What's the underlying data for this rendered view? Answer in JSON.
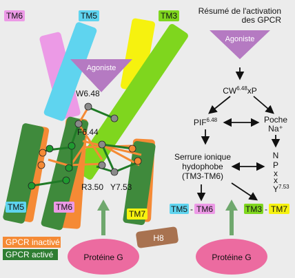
{
  "summary_title": {
    "line1": "Résumé de l'activation",
    "line2": "des GPCR"
  },
  "helix_labels": {
    "tm6_top": "TM6",
    "tm5_top": "TM5",
    "tm3_top": "TM3",
    "tm5_bottom": "TM5",
    "tm6_bottom": "TM6",
    "tm7_bottom": "TM7",
    "h8": "H8"
  },
  "agonist": "Agoniste",
  "residues": {
    "w648": "W6.48",
    "f644": "F6.44",
    "r350": "R3.50",
    "y753": "Y7.53"
  },
  "legend": {
    "inactive": "GPCR inactivé",
    "active": "GPCR activé"
  },
  "gprotein": "Protéine G",
  "flow": {
    "agonist": "Agoniste",
    "cwxp": {
      "base": "CW",
      "sup": "6.48",
      "end": "xP"
    },
    "pif": {
      "base": "PIF",
      "sup": "6.48"
    },
    "poche": {
      "line1": "Poche",
      "line2": "Na⁺"
    },
    "serrure": {
      "line1": "Serrure ionique",
      "line2": "hydophobe",
      "line3": "(TM3-TM6)"
    },
    "npxxy": {
      "n": "N",
      "p": "P",
      "x1": "x",
      "x2": "x",
      "y": "Y",
      "sup": "7.53"
    },
    "out_left": {
      "a": "TM5",
      "sep": "-",
      "b": "TM6"
    },
    "out_right": {
      "a": "TM3",
      "sep": "-",
      "b": "TM7"
    }
  },
  "colors": {
    "tm6": "#ec9ae6",
    "tm5": "#5fd4ef",
    "tm3": "#f6f20f",
    "tm_green": "#7fd61e",
    "inactive": "#f58a35",
    "active": "#3f8a3c",
    "agonist": "#b57ac2",
    "gprotein": "#ec6ba0",
    "h8": "#a87250",
    "arrow_green": "#6fa86d"
  }
}
